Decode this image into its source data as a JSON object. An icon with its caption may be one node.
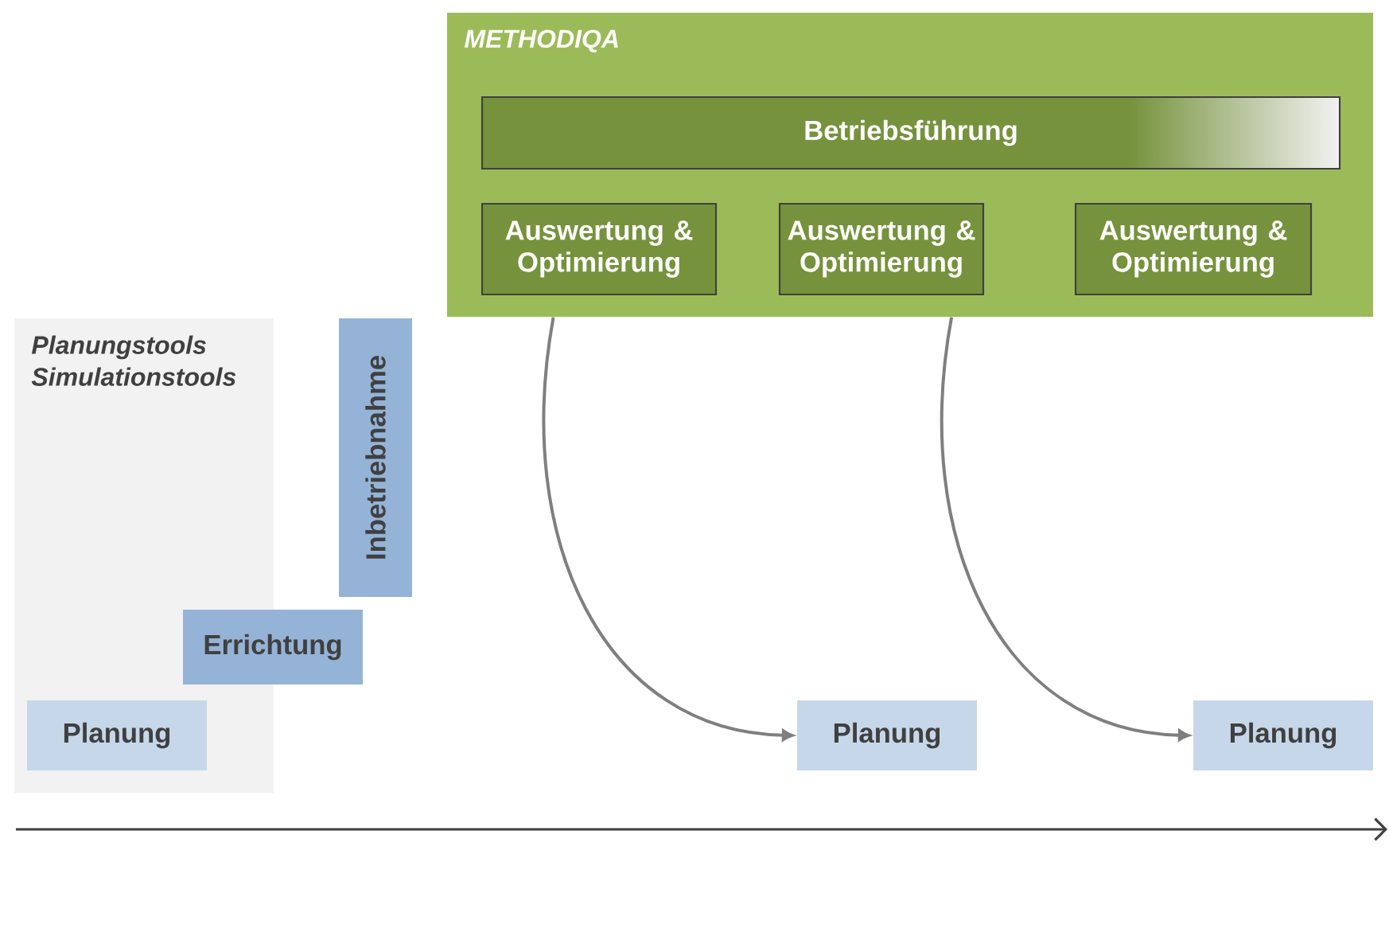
{
  "diagram": {
    "nodes": [
      {
        "text": [
          "METHODIQA"
        ]
      },
      {
        "text": [
          "Betriebsführung"
        ],
        "in": 0
      },
      {
        "text": [
          "Auswertung & Optimierung"
        ],
        "in": 0
      },
      {
        "text": [
          "Auswertung & Optimierung"
        ],
        "in": 0
      },
      {
        "text": [
          "Auswertung & Optimierung"
        ],
        "in": 0
      },
      {
        "text": [
          "Planungstools Simulationstools"
        ]
      },
      {
        "text": [
          "Planung"
        ],
        "in": 5
      },
      {
        "text": [
          "Errichtung"
        ]
      },
      {
        "text": [
          "Inbetriebnahme"
        ]
      },
      {
        "text": [
          "Planung"
        ]
      },
      {
        "text": [
          "Planung"
        ]
      }
    ],
    "edges": [
      {
        "from": 0,
        "to": 9,
        "arrow": "to"
      },
      {
        "from": 0,
        "to": 10,
        "arrow": "to"
      }
    ]
  }
}
